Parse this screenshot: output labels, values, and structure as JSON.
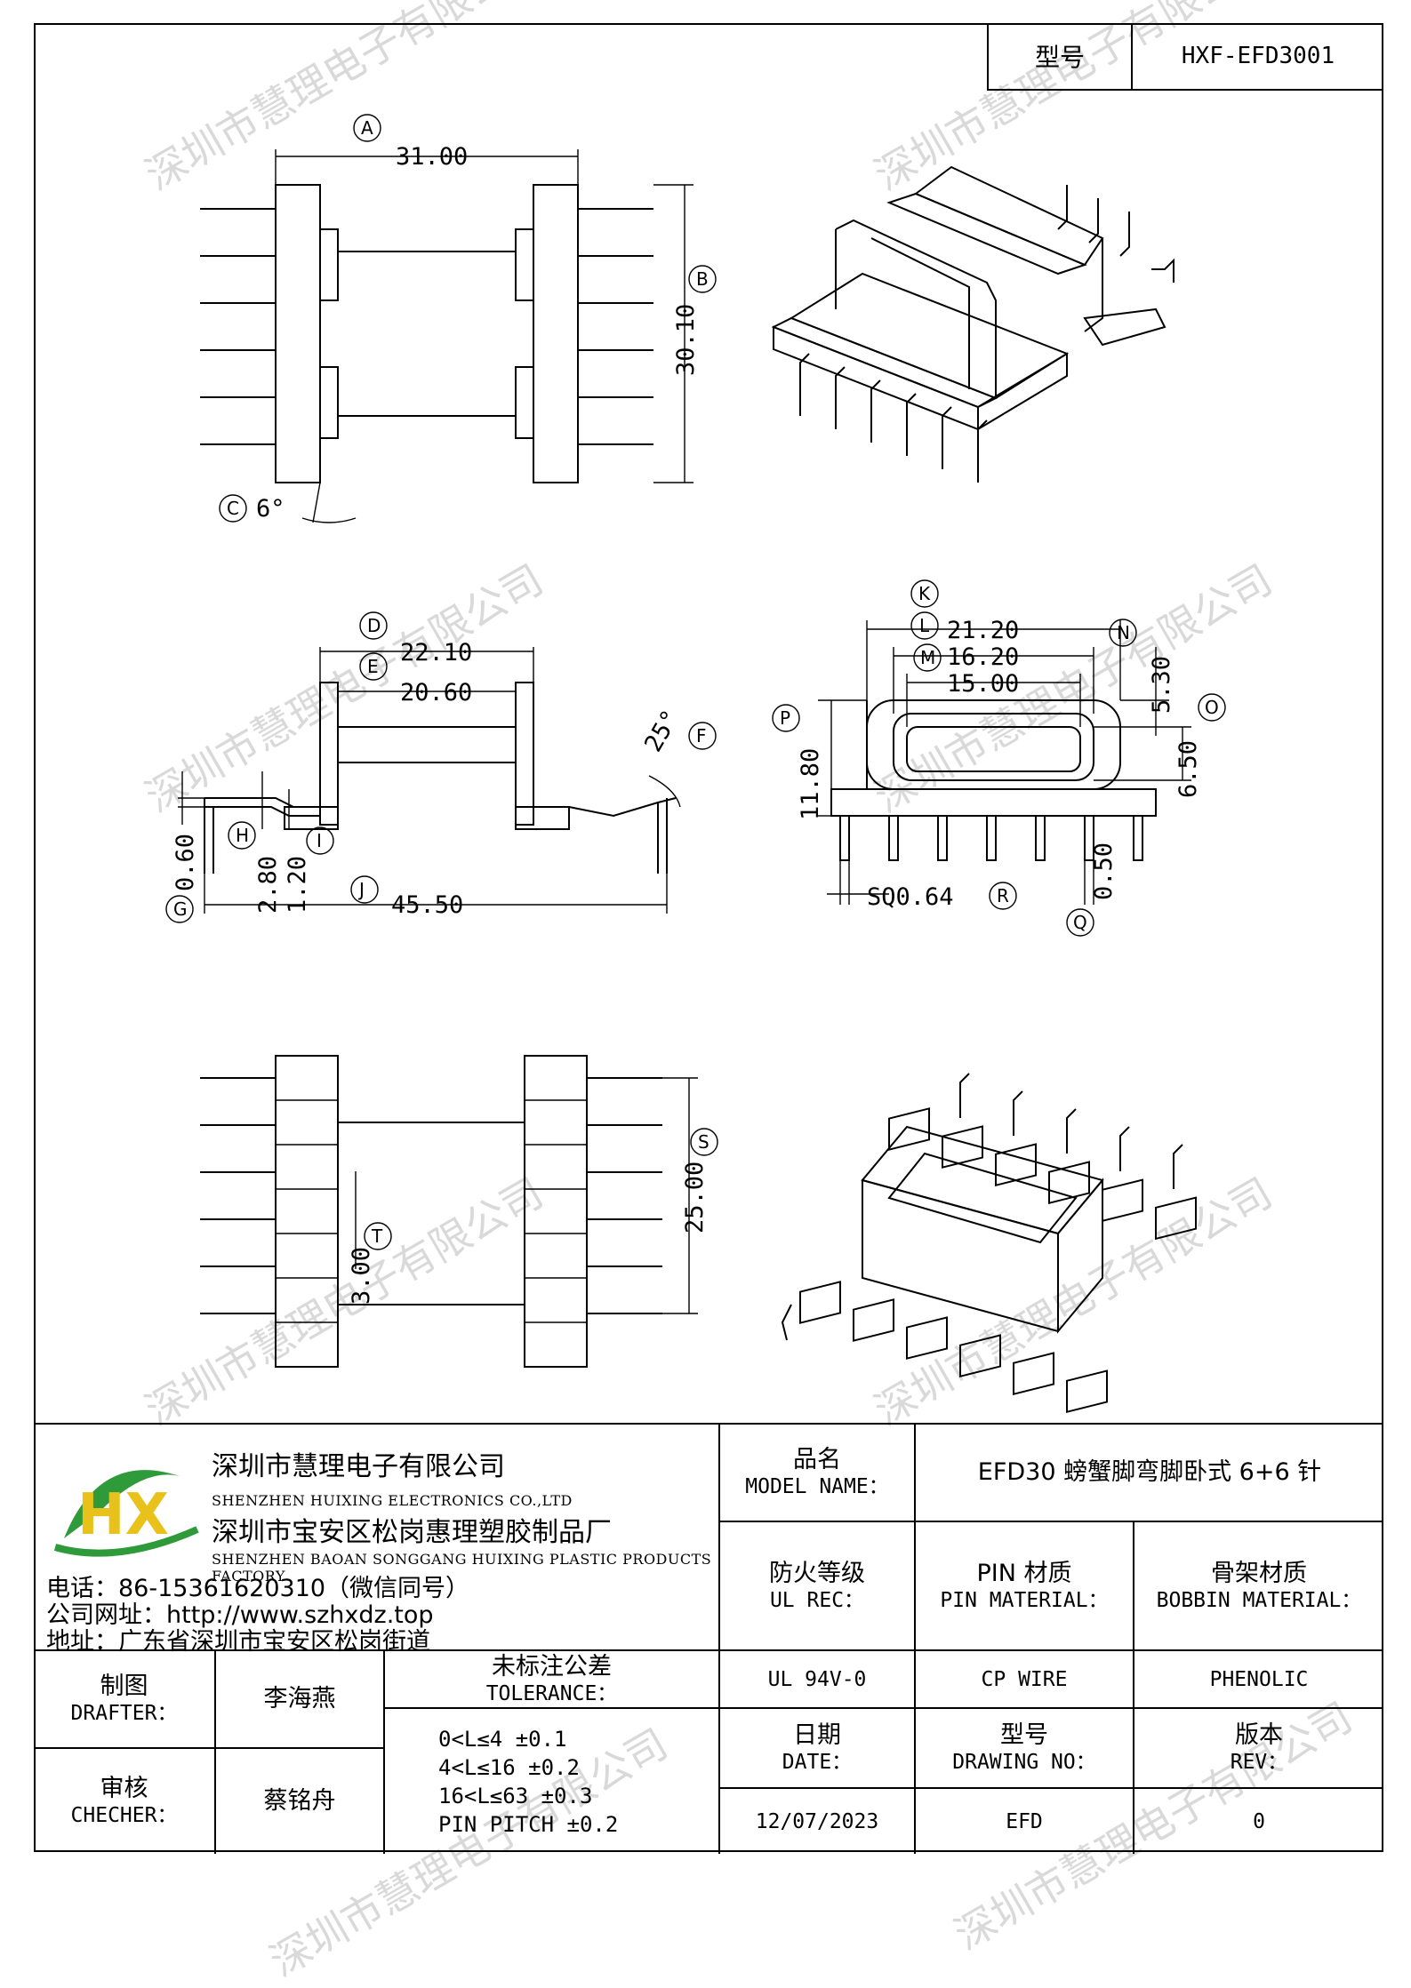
{
  "header": {
    "label": "型号",
    "model": "HXF-EFD3001"
  },
  "watermark": "深圳市慧理电子有限公司",
  "dims": {
    "A": "31.00",
    "B": "30.10",
    "C": "6°",
    "D": "22.10",
    "E": "20.60",
    "F": "25°",
    "G": "0.60",
    "H": "2.80",
    "I": "1.20",
    "J": "45.50",
    "K": "21.20",
    "L": "16.20",
    "M": "15.00",
    "N": "5.30",
    "O": "6.50",
    "P": "11.80",
    "Q": "0.50",
    "R": "SQ0.64",
    "S": "25.00",
    "T": "3.00"
  },
  "labels": {
    "A": "A",
    "B": "B",
    "C": "C",
    "D": "D",
    "E": "E",
    "F": "F",
    "G": "G",
    "H": "H",
    "I": "I",
    "J": "J",
    "K": "K",
    "L": "L",
    "M": "M",
    "N": "N",
    "O": "O",
    "P": "P",
    "Q": "Q",
    "R": "R",
    "S": "S",
    "T": "T"
  },
  "company": {
    "name_cn": "深圳市慧理电子有限公司",
    "name_en": "SHENZHEN HUIXING ELECTRONICS CO.,LTD",
    "factory_cn": "深圳市宝安区松岗惠理塑胶制品厂",
    "factory_en": "SHENZHEN BAOAN SONGGANG HUIXING PLASTIC PRODUCTS FACTORY",
    "phone": "电话：86-15361620310（微信同号）",
    "website": "公司网址：http://www.szhxdz.top",
    "address": "地址：广东省深圳市宝安区松岗街道",
    "logo_text": "HX"
  },
  "table": {
    "model_name_cn": "品名",
    "model_name_en": "MODEL NAME：",
    "model_name_value": "EFD30 螃蟹脚弯脚卧式 6+6 针",
    "ul_cn": "防火等级",
    "ul_en": "UL REC：",
    "ul_value": "UL 94V-0",
    "pin_cn": "PIN 材质",
    "pin_en": "PIN MATERIAL：",
    "pin_value": "CP WIRE",
    "bobbin_cn": "骨架材质",
    "bobbin_en": "BOBBIN MATERIAL：",
    "bobbin_value": "PHENOLIC",
    "drafter_cn": "制图",
    "drafter_en": "DRAFTER：",
    "drafter_value": "李海燕",
    "checker_cn": "审核",
    "checker_en": "CHECHER：",
    "checker_value": "蔡铭舟",
    "tol_cn": "未标注公差",
    "tol_en": "TOLERANCE：",
    "tol_lines": [
      "0<L≤4  ±0.1",
      "4<L≤16 ±0.2",
      "16<L≤63 ±0.3",
      "PIN PITCH ±0.2"
    ],
    "date_cn": "日期",
    "date_en": "DATE：",
    "date_value": "12/07/2023",
    "drawing_cn": "型号",
    "drawing_en": "DRAWING NO：",
    "drawing_value": "EFD",
    "rev_cn": "版本",
    "rev_en": "REV：",
    "rev_value": "0"
  },
  "colors": {
    "logo_green": "#2e9a3a",
    "logo_yellow": "#e8c21a"
  }
}
